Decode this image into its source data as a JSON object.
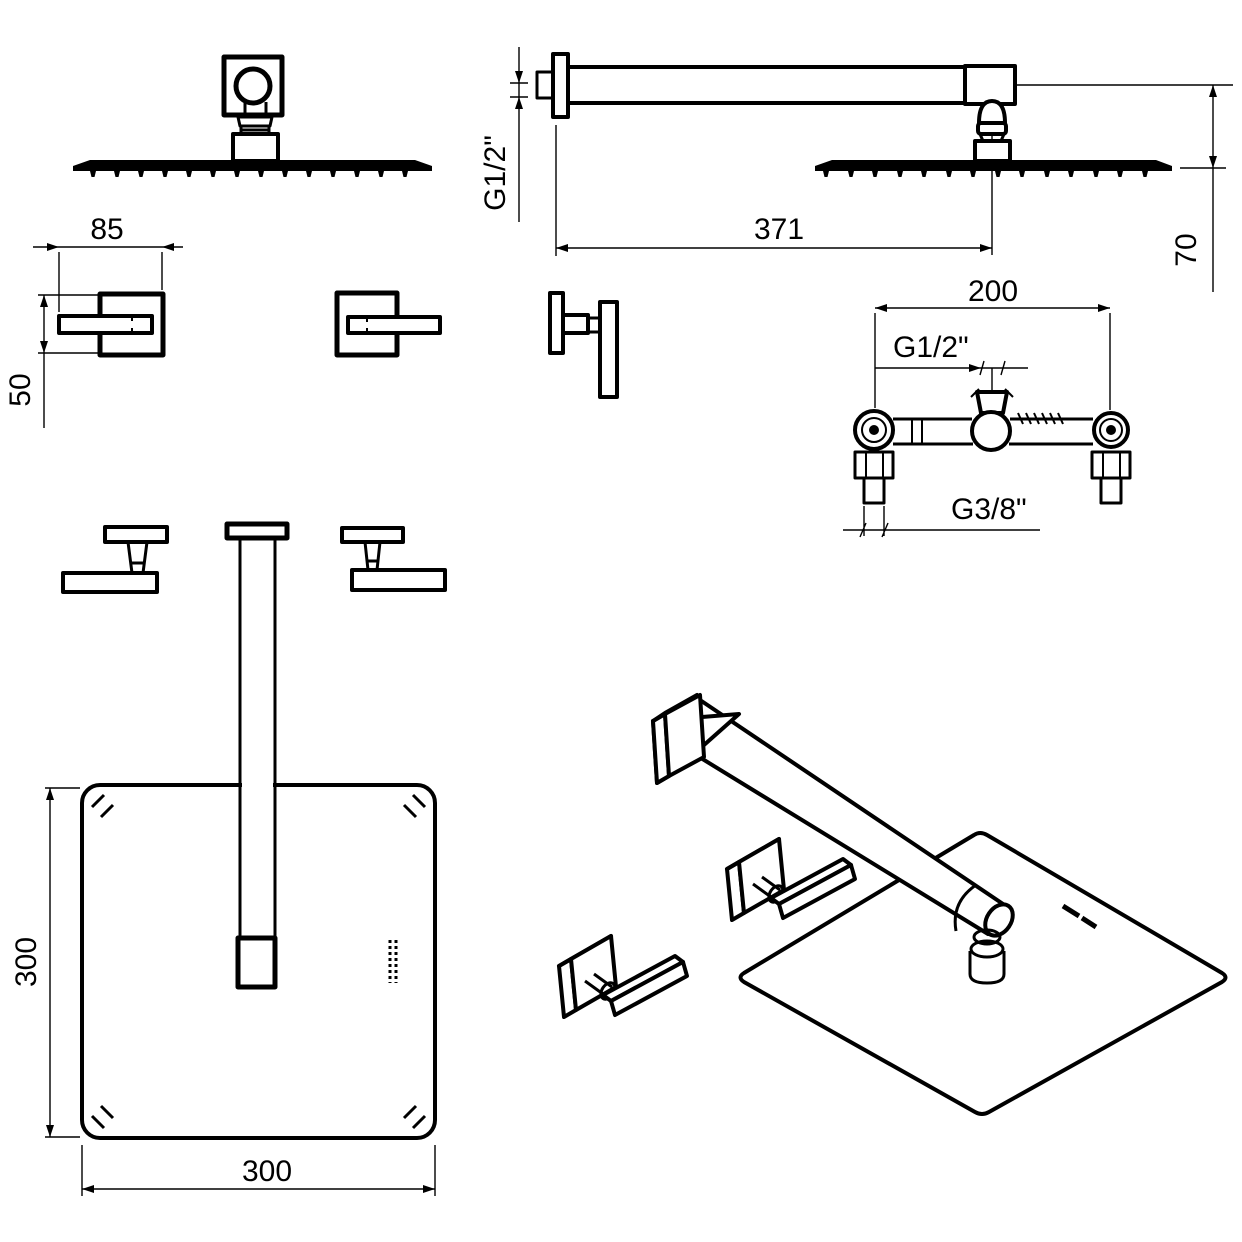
{
  "drawing": {
    "type": "technical-dimension-drawing",
    "subject": "wall-mounted square rain shower head set with arm, concealed valve and lever handles",
    "colors": {
      "line": "#000000",
      "background": "#ffffff"
    },
    "labels": {
      "dim_head_bracket_width": "85",
      "dim_handle_plate_height": "50",
      "arm_thread": "G1/2\"",
      "dim_arm_length": "371",
      "dim_head_drop": "70",
      "dim_valve_span": "200",
      "valve_outlet_thread": "G1/2\"",
      "valve_inlet_thread": "G3/8\"",
      "dim_plate_height": "300",
      "dim_plate_width": "300"
    }
  }
}
